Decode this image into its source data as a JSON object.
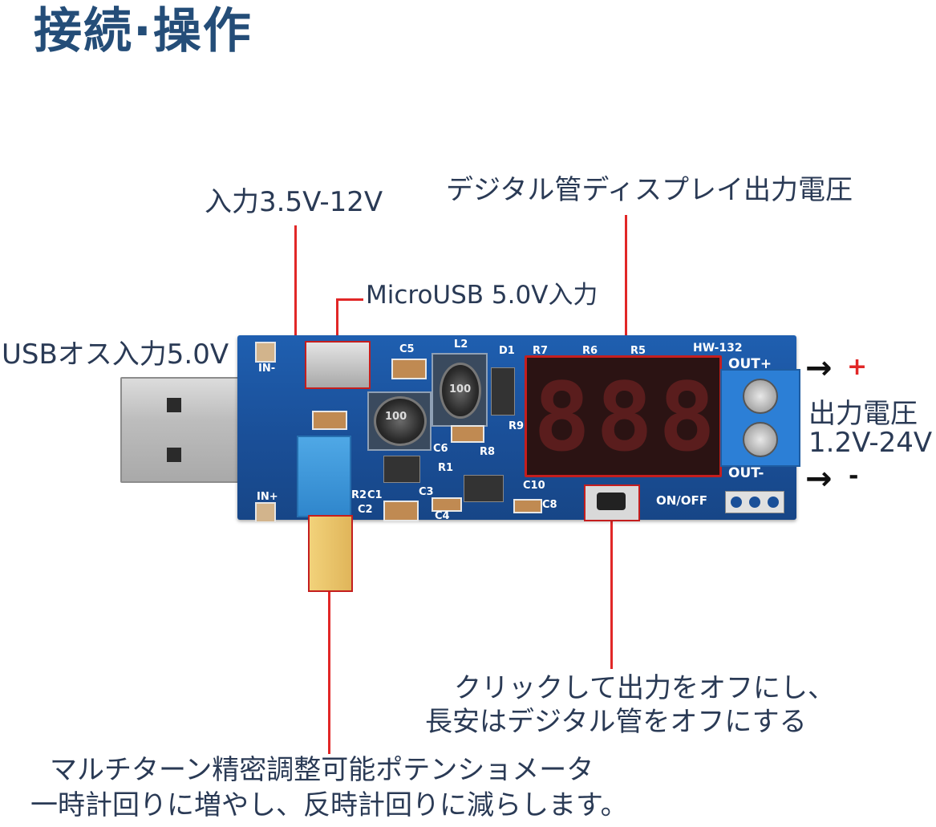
{
  "title": "接続·操作",
  "labels": {
    "input_range": "入力3.5V-12V",
    "display": "デジタル管ディスプレイ出力電圧",
    "microusb": "MicroUSB 5.0V入力",
    "usb_input": "USBオス入力5.0V",
    "output_voltage_line1": "出力電圧",
    "output_voltage_line2": "1.2V-24V",
    "button_line1": "クリックして出力をオフにし、",
    "button_line2": "長安はデジタル管をオフにする",
    "pot_line1": "マルチターン精密調整可能ポテンショメータ",
    "pot_line2": "一時計回りに増やし、反時計回りに減らします。"
  },
  "board": {
    "model": "HW-132",
    "silk": {
      "c5": "C5",
      "l2": "L2",
      "d1": "D1",
      "r7": "R7",
      "r6": "R6",
      "r5": "R5",
      "r9": "R9",
      "c6": "C6",
      "r8": "R8",
      "r1": "R1",
      "c3": "C3",
      "r2": "R2",
      "c1": "C1",
      "c2": "C2",
      "c4": "C4",
      "c10": "C10",
      "c8": "C8",
      "in_minus": "IN-",
      "in_plus": "IN+",
      "out_plus": "OUT+",
      "out_minus": "OUT-",
      "onoff": "ON/OFF",
      "inductor_small": "100",
      "inductor_large": "100"
    },
    "display_digits": [
      "8",
      "8",
      "8"
    ]
  },
  "output_signs": {
    "plus": "+",
    "minus": "-",
    "arrow": "→"
  },
  "colors": {
    "title": "#244d78",
    "lead": "#e12727",
    "board": "#1a4f98"
  }
}
